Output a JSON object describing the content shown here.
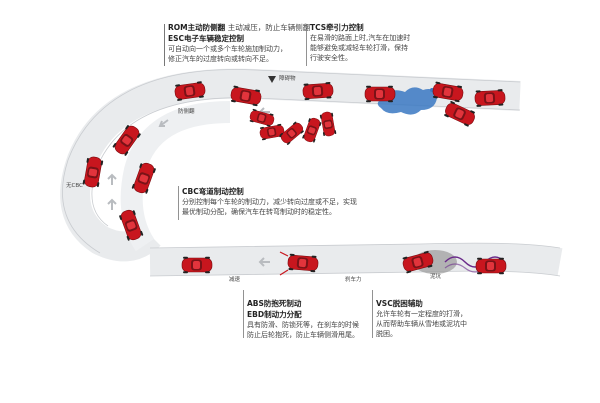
{
  "callouts": {
    "rom": {
      "title1": "ROM主动防侧翻",
      "title1_suffix": "主动减压，防止车辆侧翻",
      "title2": "ESC电子车辆稳定控制",
      "lines": [
        "可自动向一个或多个车轮施加制动力，",
        "修正汽车的过度转向或转向不足。"
      ]
    },
    "tcs": {
      "title": "TCS牵引力控制",
      "lines": [
        "在易滑的路面上时,汽车在加速时",
        "能够避免或减轻车轮打滑，保持",
        "行驶安全性。"
      ]
    },
    "cbc": {
      "title": "CBC弯道制动控制",
      "lines": [
        "分别控制每个车轮的制动力，减少转向过度或不足，实现",
        "最优制动分配，确保汽车在转弯制动时的稳定性。"
      ]
    },
    "abs": {
      "title1": "ABS防抱死制动",
      "title2": "EBD制动力分配",
      "lines": [
        "具有防滑、防锁死等，在刹车的时候",
        "防止后轮抱死，防止车辆侧滑甩尾。"
      ]
    },
    "vsc": {
      "title": "VSC脱困辅助",
      "lines": [
        "允许车轮有一定程度的打滑，",
        "从而帮助车辆从雪地或泥坑中",
        "脱困。"
      ]
    }
  },
  "tags": {
    "obstacle": "障碍物",
    "rollover": "防侧翻",
    "cbc": "无CBC",
    "slowdown": "减速",
    "braking": "刹车力",
    "mud": "泥坑"
  },
  "colors": {
    "car": "#c8161e",
    "road": "#e9ebed",
    "water": "#3a78c2",
    "mud": "#9a9a9a",
    "path": "#6a2a8a"
  }
}
